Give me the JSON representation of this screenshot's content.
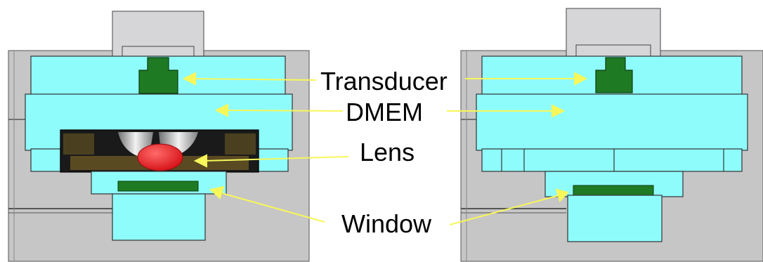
{
  "labels": {
    "transducer": "Transducer",
    "dmem": "DMEM",
    "lens": "Lens",
    "window": "Window"
  },
  "colors": {
    "fluid": "#8ffcfc",
    "transducer": "#1f7a24",
    "window": "#1f7a24",
    "housing": "#c6c6c6",
    "holder": "#d6d6d9",
    "lens": "#e8262a",
    "arrow": "#f7f75a",
    "outline": "#333333"
  }
}
